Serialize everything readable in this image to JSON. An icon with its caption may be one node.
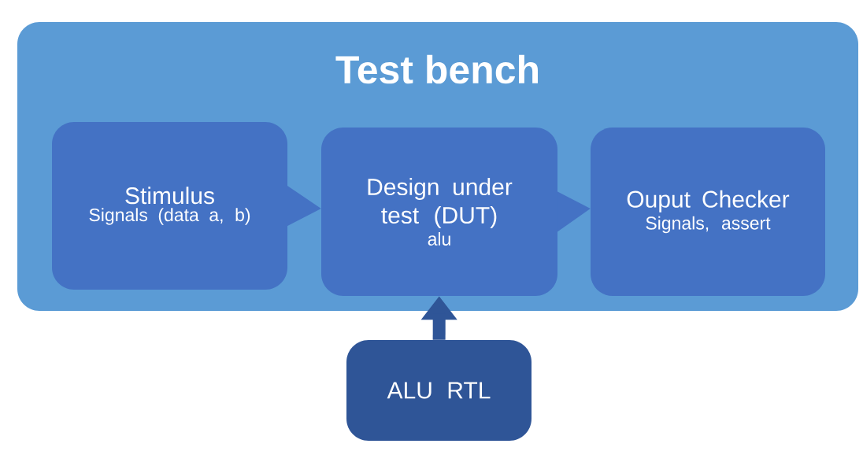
{
  "diagram": {
    "nodes": [
      {
        "text": [
          "Test bench"
        ]
      },
      {
        "text": [
          "Stimulus",
          "Signals (data a, b)"
        ],
        "in": 0
      },
      {
        "text": [
          "Design under test (DUT)",
          "alu"
        ],
        "in": 0
      },
      {
        "text": [
          "Ouput Checker",
          "Signals, assert"
        ],
        "in": 0
      },
      {
        "text": [
          "ALU RTL"
        ]
      }
    ],
    "edges": [
      {
        "from": 1,
        "to": 2,
        "arrow": "to"
      },
      {
        "from": 2,
        "to": 3,
        "arrow": "to"
      },
      {
        "from": 4,
        "to": 2,
        "arrow": "to",
        "color": "#2f5597"
      }
    ]
  }
}
